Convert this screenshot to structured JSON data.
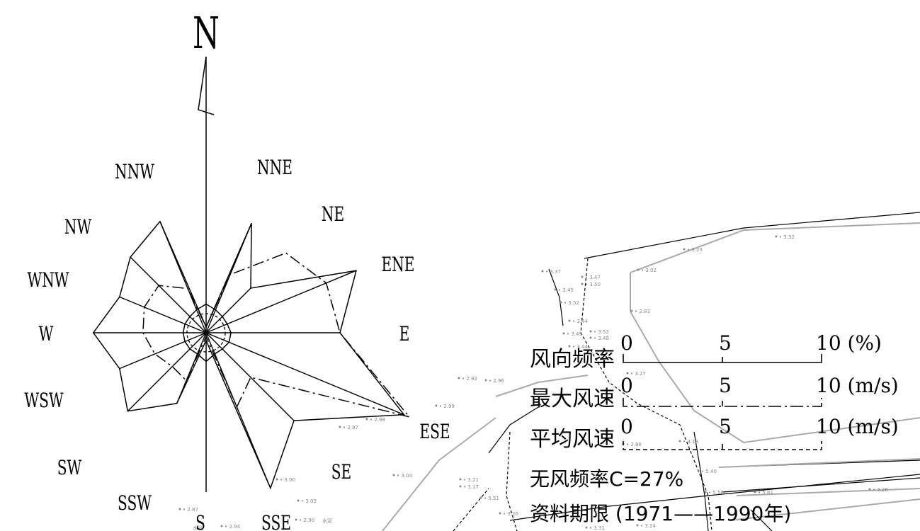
{
  "north_label": "N",
  "directions": [
    "N",
    "NNE",
    "NE",
    "ENE",
    "E",
    "ESE",
    "SE",
    "SSE",
    "S",
    "SSW",
    "SW",
    "WSW",
    "W",
    "WNW",
    "NW",
    "NNW"
  ],
  "rose": {
    "frequency_pct": [
      0.3,
      6.2,
      3.3,
      8.5,
      7.0,
      11.2,
      6.5,
      8.8,
      0.4,
      4.0,
      5.8,
      4.9,
      5.9,
      4.9,
      5.6,
      6.3
    ],
    "max_wind_ms": [
      0.3,
      3.3,
      5.9,
      6.8,
      7.0,
      11.5,
      3.3,
      4.2,
      0.2,
      2.7,
      2.5,
      2.9,
      3.3,
      3.5,
      3.5,
      2.5
    ],
    "mean_wind_ms": [
      1.5,
      1.3,
      1.2,
      1.2,
      1.3,
      1.3,
      1.2,
      1.2,
      1.5,
      1.2,
      1.2,
      1.2,
      1.2,
      1.2,
      1.2,
      1.3
    ],
    "calm_circle_pct": 1.0
  },
  "legend": {
    "rows": [
      {
        "label": "风向频率",
        "start": "0",
        "mid": "5",
        "end": "10 (%)",
        "style": "solid"
      },
      {
        "label": "最大风速",
        "start": "0",
        "mid": "5",
        "end": "10 (m/s)",
        "style": "dashdot"
      },
      {
        "label": "平均风速",
        "start": "0",
        "mid": "5",
        "end": "10 (m/s)",
        "style": "dashed"
      }
    ],
    "calm_text": "无风频率C=27%",
    "period_text": "资料期限 (1971——1990年)"
  },
  "map_spot_heights": [
    "3.37",
    "3.47",
    "3.50",
    "3.45",
    "3.52",
    "3.44",
    "3.49",
    "3.52",
    "3.48",
    "3.44",
    "3.27",
    "2.92",
    "2.96",
    "2.97",
    "2.98",
    "2.99",
    "3.00",
    "3.03",
    "3.04",
    "2.87",
    "2.94",
    "2.90",
    "3.21",
    "3.17",
    "3.26",
    "5.51",
    "4.18",
    "5.40",
    "5.50",
    "5.61",
    "3.26",
    "3.31",
    "3.24",
    "2.86",
    "2.83",
    "3.02",
    "3.23",
    "3.32"
  ],
  "map_small_label": "水泥"
}
